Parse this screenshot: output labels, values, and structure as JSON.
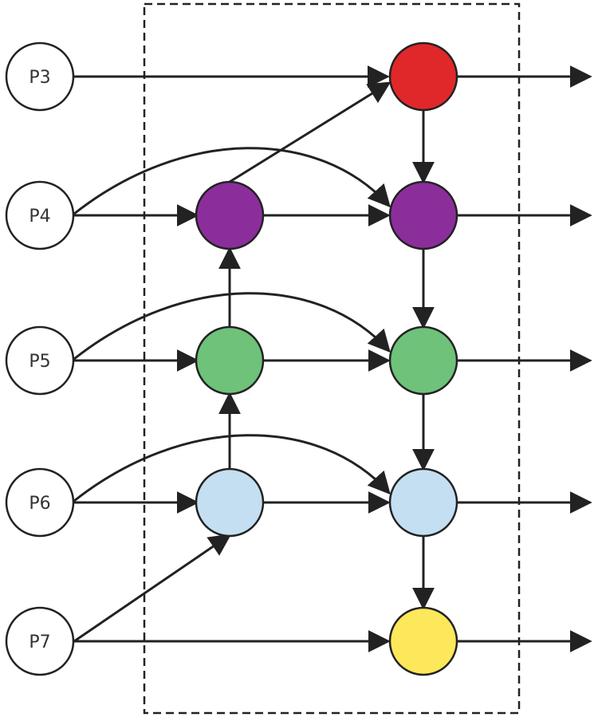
{
  "diagram": {
    "inputs": [
      {
        "id": "p3",
        "label": "P3"
      },
      {
        "id": "p4",
        "label": "P4"
      },
      {
        "id": "p5",
        "label": "P5"
      },
      {
        "id": "p6",
        "label": "P6"
      },
      {
        "id": "p7",
        "label": "P7"
      }
    ],
    "colors": {
      "red": "#e0282a",
      "purple": "#8b2e9c",
      "green": "#6ec27a",
      "light_blue": "#c4dff2",
      "yellow": "#fde75a",
      "input_fill": "#ffffff",
      "stroke": "#222222",
      "frame": "#222222"
    },
    "frame_style": "dashed"
  }
}
